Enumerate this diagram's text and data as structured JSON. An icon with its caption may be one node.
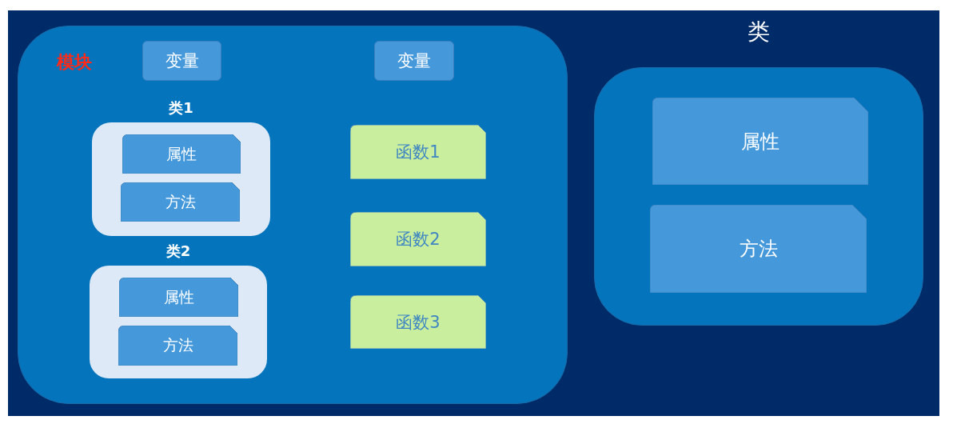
{
  "diagram": {
    "nodes": [
      {
        "text": [
          "模块"
        ]
      },
      {
        "text": [
          "变量"
        ],
        "in": 0
      },
      {
        "text": [
          "变量"
        ],
        "in": 0
      },
      {
        "text": [
          "类1"
        ],
        "in": 0
      },
      {
        "text": [
          "属性"
        ],
        "in": 3
      },
      {
        "text": [
          "方法"
        ],
        "in": 3
      },
      {
        "text": [
          "类2"
        ],
        "in": 0
      },
      {
        "text": [
          "属性"
        ],
        "in": 6
      },
      {
        "text": [
          "方法"
        ],
        "in": 6
      },
      {
        "text": [
          "函数1"
        ],
        "in": 0
      },
      {
        "text": [
          "函数2"
        ],
        "in": 0
      },
      {
        "text": [
          "函数3"
        ],
        "in": 0
      },
      {
        "text": [
          "类"
        ]
      },
      {
        "text": [
          "属性"
        ],
        "in": 12
      },
      {
        "text": [
          "方法"
        ],
        "in": 12
      }
    ]
  }
}
